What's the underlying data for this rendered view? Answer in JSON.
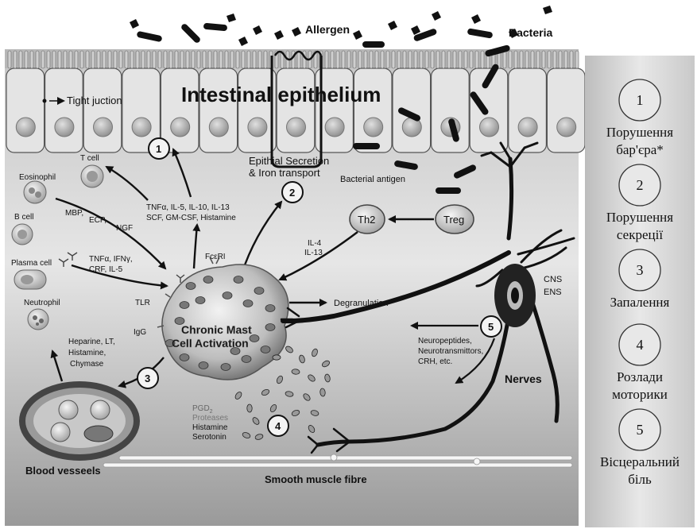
{
  "diagram": {
    "top": {
      "allergen": "Allergen",
      "bacteria": "Bacteria",
      "tight_junction": "Tight juction",
      "epithelium": "Intestinal epithelium"
    },
    "cells": {
      "t_cell": "T cell",
      "eosinophil": "Eosinophil",
      "b_cell": "B cell",
      "plasma_cell": "Plasma cell",
      "neutrophil": "Neutrophil",
      "th2": "Th2",
      "treg": "Treg",
      "mast_cell_line1": "Chronic Mast",
      "mast_cell_line2": "Cell Activation"
    },
    "mediators": {
      "cytokines_1": "TNFα, IL-5, IL-10, IL-13",
      "cytokines_2": "SCF, GM-CSF, Histamine",
      "mbp": "MBP,",
      "ecp": "ECP,",
      "ngf": "NGF",
      "tnfa_1": "TNFα, IFNγ,",
      "tnfa_2": "CRF, IL-5",
      "il4": "IL-4",
      "il13": "IL-13",
      "fceri": "FcεRI",
      "tlr": "TLR",
      "igg": "IgG",
      "heparine_1": "Heparine, LT,",
      "heparine_2": "Histamine,",
      "heparine_3": "Chymase",
      "pgd2": "PGD",
      "pgd2_sub": "2",
      "proteases": "Proteases",
      "histamine": "Histamine",
      "serotonin": "Serotonin",
      "bacterial_antigen": "Bacterial antigen",
      "neuro_1": "Neuropeptides,",
      "neuro_2": "Neurotransmittors,",
      "neuro_3": "CRH, etc."
    },
    "processes": {
      "secretion_1": "Epithial Secretion",
      "secretion_2": "& Iron transport",
      "degranulation": "Degranulation",
      "cns": "CNS",
      "ens": "ENS",
      "nerves": "Nerves",
      "blood_vessels": "Blood vesseels",
      "smooth_muscle": "Smooth muscle fibre"
    },
    "markers": [
      "1",
      "2",
      "3",
      "4",
      "5"
    ]
  },
  "legend": [
    {
      "number": "1",
      "lines": [
        "Порушення",
        "бар'єра*"
      ]
    },
    {
      "number": "2",
      "lines": [
        "Порушення",
        "секреції"
      ]
    },
    {
      "number": "3",
      "lines": [
        "Запалення"
      ]
    },
    {
      "number": "4",
      "lines": [
        "Розлади",
        "моторики"
      ]
    },
    {
      "number": "5",
      "lines": [
        "Вісцеральний",
        "біль"
      ]
    }
  ]
}
